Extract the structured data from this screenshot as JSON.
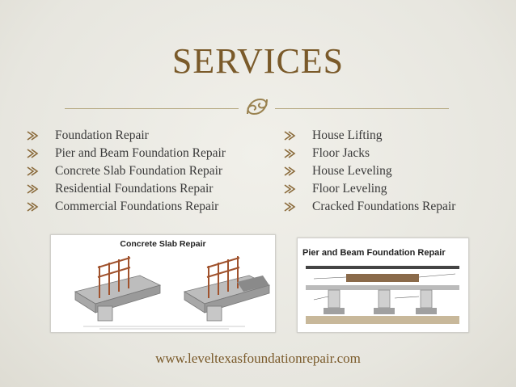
{
  "slide": {
    "title": "SERVICES",
    "ornament_icon": "scroll-flourish-icon",
    "bullet_icon": "double-arrow-bullet-icon",
    "left_items": [
      "Foundation Repair",
      "Pier and Beam Foundation Repair",
      "Concrete Slab Foundation Repair",
      "Residential Foundations Repair",
      "Commercial Foundations Repair"
    ],
    "right_items": [
      "House Lifting",
      "Floor Jacks",
      "House Leveling",
      "Floor Leveling",
      "Cracked Foundations Repair"
    ],
    "image_left": {
      "title": "Concrete Slab Repair"
    },
    "image_right": {
      "title": "Pier and Beam Foundation Repair"
    },
    "footer_url": "www.leveltexasfoundationrepair.com",
    "colors": {
      "title": "#7a5a2a",
      "text": "#3a3a3a",
      "rule": "#b3a57c",
      "background": "#e9e8e2"
    }
  }
}
